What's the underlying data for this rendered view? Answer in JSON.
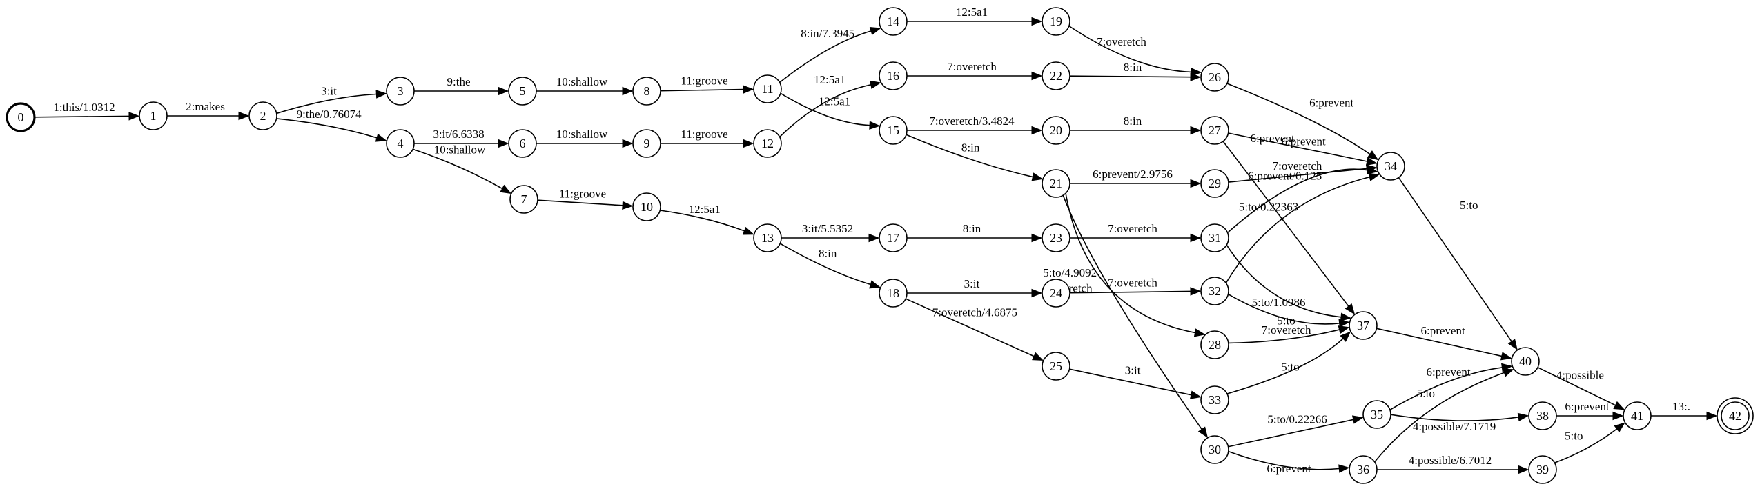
{
  "graph": {
    "node_radius": 20,
    "start_node": "0",
    "final_nodes": [
      "42"
    ],
    "nodes": [
      {
        "id": "0"
      },
      {
        "id": "1"
      },
      {
        "id": "2"
      },
      {
        "id": "3"
      },
      {
        "id": "4"
      },
      {
        "id": "5"
      },
      {
        "id": "6"
      },
      {
        "id": "7"
      },
      {
        "id": "8"
      },
      {
        "id": "9"
      },
      {
        "id": "10"
      },
      {
        "id": "11"
      },
      {
        "id": "12"
      },
      {
        "id": "13"
      },
      {
        "id": "14"
      },
      {
        "id": "15"
      },
      {
        "id": "16"
      },
      {
        "id": "17"
      },
      {
        "id": "18"
      },
      {
        "id": "19"
      },
      {
        "id": "20"
      },
      {
        "id": "21"
      },
      {
        "id": "22"
      },
      {
        "id": "23"
      },
      {
        "id": "24"
      },
      {
        "id": "25"
      },
      {
        "id": "26"
      },
      {
        "id": "27"
      },
      {
        "id": "28"
      },
      {
        "id": "29"
      },
      {
        "id": "30"
      },
      {
        "id": "31"
      },
      {
        "id": "32"
      },
      {
        "id": "33"
      },
      {
        "id": "34"
      },
      {
        "id": "35"
      },
      {
        "id": "36"
      },
      {
        "id": "37"
      },
      {
        "id": "38"
      },
      {
        "id": "39"
      },
      {
        "id": "40"
      },
      {
        "id": "41"
      },
      {
        "id": "42"
      }
    ],
    "edges": [
      {
        "from": "0",
        "to": "1",
        "label": "1:this/1.0312"
      },
      {
        "from": "1",
        "to": "2",
        "label": "2:makes"
      },
      {
        "from": "2",
        "to": "3",
        "label": "3:it"
      },
      {
        "from": "2",
        "to": "4",
        "label": "9:the/0.76074"
      },
      {
        "from": "3",
        "to": "5",
        "label": "9:the"
      },
      {
        "from": "4",
        "to": "6",
        "label": "3:it/6.6338"
      },
      {
        "from": "4",
        "to": "7",
        "label": "10:shallow"
      },
      {
        "from": "5",
        "to": "8",
        "label": "10:shallow"
      },
      {
        "from": "6",
        "to": "9",
        "label": "10:shallow"
      },
      {
        "from": "7",
        "to": "10",
        "label": "11:groove"
      },
      {
        "from": "8",
        "to": "11",
        "label": "11:groove"
      },
      {
        "from": "9",
        "to": "12",
        "label": "11:groove"
      },
      {
        "from": "10",
        "to": "13",
        "label": "12:5a1"
      },
      {
        "from": "11",
        "to": "14",
        "label": "8:in/7.3945"
      },
      {
        "from": "11",
        "to": "15",
        "label": "12:5a1"
      },
      {
        "from": "12",
        "to": "16",
        "label": "12:5a1"
      },
      {
        "from": "13",
        "to": "17",
        "label": "3:it/5.5352"
      },
      {
        "from": "13",
        "to": "18",
        "label": "8:in"
      },
      {
        "from": "14",
        "to": "19",
        "label": "12:5a1"
      },
      {
        "from": "15",
        "to": "20",
        "label": "7:overetch/3.4824"
      },
      {
        "from": "15",
        "to": "21",
        "label": "8:in"
      },
      {
        "from": "16",
        "to": "22",
        "label": "7:overetch"
      },
      {
        "from": "17",
        "to": "23",
        "label": "8:in"
      },
      {
        "from": "18",
        "to": "24",
        "label": "3:it"
      },
      {
        "from": "18",
        "to": "25",
        "label": "7:overetch/4.6875"
      },
      {
        "from": "19",
        "to": "26",
        "label": "7:overetch"
      },
      {
        "from": "20",
        "to": "27",
        "label": "8:in"
      },
      {
        "from": "21",
        "to": "29",
        "label": "6:prevent/2.9756"
      },
      {
        "from": "21",
        "to": "28",
        "label": "5:to/4.9092"
      },
      {
        "from": "21",
        "to": "30",
        "label": "7:overetch"
      },
      {
        "from": "22",
        "to": "26",
        "label": "8:in"
      },
      {
        "from": "23",
        "to": "31",
        "label": "7:overetch"
      },
      {
        "from": "24",
        "to": "32",
        "label": "7:overetch"
      },
      {
        "from": "25",
        "to": "33",
        "label": "3:it"
      },
      {
        "from": "26",
        "to": "34",
        "label": "6:prevent"
      },
      {
        "from": "27",
        "to": "34",
        "label": "6:prevent"
      },
      {
        "from": "27",
        "to": "37",
        "label": "5:to/0.22363"
      },
      {
        "from": "28",
        "to": "37",
        "label": "7:overetch"
      },
      {
        "from": "29",
        "to": "34",
        "label": "7:overetch"
      },
      {
        "from": "30",
        "to": "35",
        "label": "5:to/0.22266"
      },
      {
        "from": "30",
        "to": "36",
        "label": "6:prevent"
      },
      {
        "from": "31",
        "to": "34",
        "label": "6:prevent"
      },
      {
        "from": "31",
        "to": "37",
        "label": "5:to/1.0986"
      },
      {
        "from": "32",
        "to": "34",
        "label": "6:prevent/0.125"
      },
      {
        "from": "32",
        "to": "37",
        "label": "5:to"
      },
      {
        "from": "33",
        "to": "37",
        "label": "5:to"
      },
      {
        "from": "34",
        "to": "40",
        "label": "5:to"
      },
      {
        "from": "35",
        "to": "40",
        "label": "6:prevent"
      },
      {
        "from": "35",
        "to": "38",
        "label": "4:possible/7.1719"
      },
      {
        "from": "36",
        "to": "40",
        "label": "5:to"
      },
      {
        "from": "36",
        "to": "39",
        "label": "4:possible/6.7012"
      },
      {
        "from": "37",
        "to": "40",
        "label": "6:prevent"
      },
      {
        "from": "38",
        "to": "41",
        "label": "6:prevent"
      },
      {
        "from": "39",
        "to": "41",
        "label": "5:to"
      },
      {
        "from": "40",
        "to": "41",
        "label": "4:possible"
      },
      {
        "from": "41",
        "to": "42",
        "label": "13:."
      }
    ]
  }
}
